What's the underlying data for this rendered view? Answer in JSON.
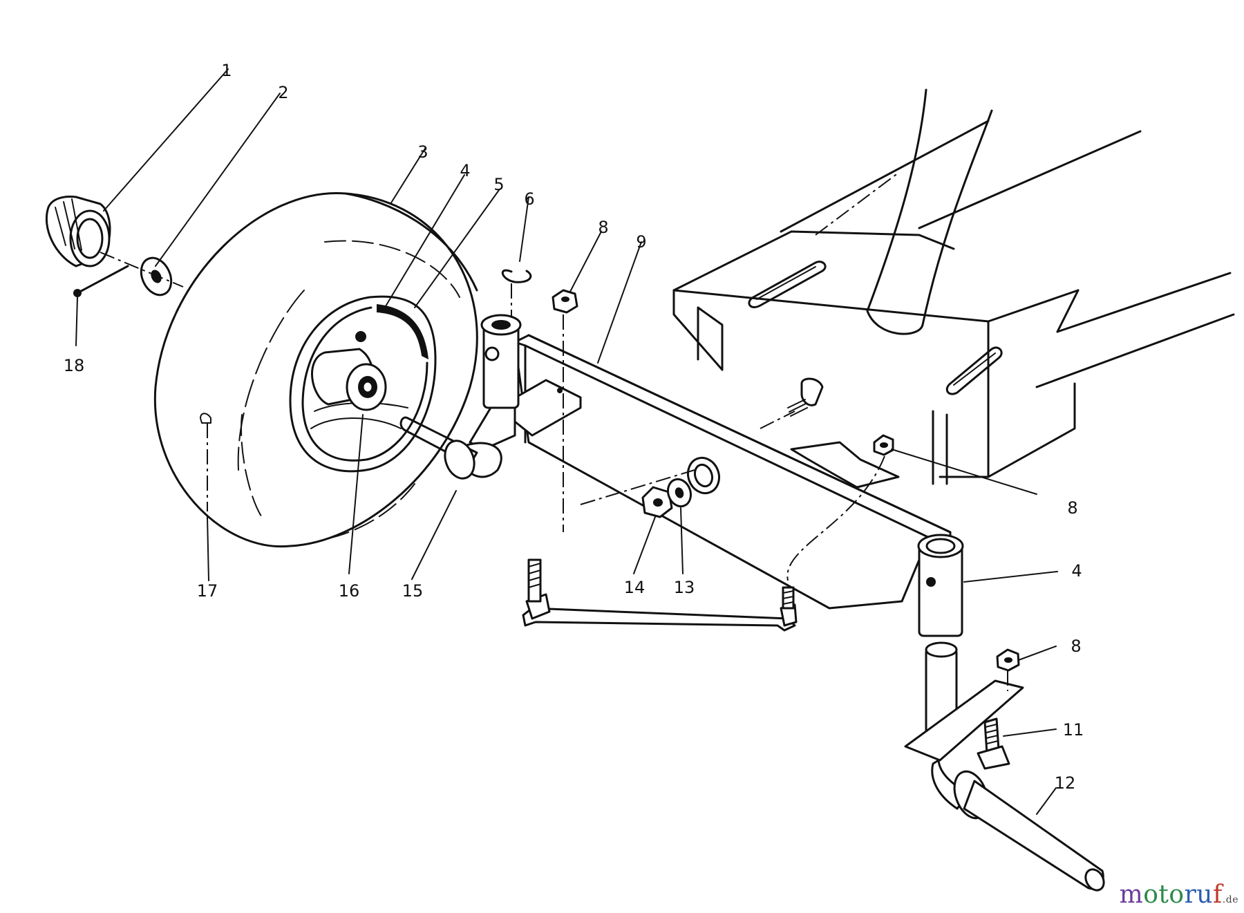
{
  "diagram": {
    "callouts": [
      {
        "id": "c1",
        "label": "1"
      },
      {
        "id": "c2",
        "label": "2"
      },
      {
        "id": "c3",
        "label": "3"
      },
      {
        "id": "c4a",
        "label": "4"
      },
      {
        "id": "c5",
        "label": "5"
      },
      {
        "id": "c6",
        "label": "6"
      },
      {
        "id": "c8a",
        "label": "8"
      },
      {
        "id": "c9",
        "label": "9"
      },
      {
        "id": "c18",
        "label": "18"
      },
      {
        "id": "c8b",
        "label": "8"
      },
      {
        "id": "c17",
        "label": "17"
      },
      {
        "id": "c16",
        "label": "16"
      },
      {
        "id": "c15",
        "label": "15"
      },
      {
        "id": "c14",
        "label": "14"
      },
      {
        "id": "c13",
        "label": "13"
      },
      {
        "id": "c4b",
        "label": "4"
      },
      {
        "id": "c8c",
        "label": "8"
      },
      {
        "id": "c11",
        "label": "11"
      },
      {
        "id": "c12",
        "label": "12"
      }
    ]
  },
  "watermark": {
    "part1": "m",
    "part2": "oto",
    "part3": "ru",
    "part4": "f",
    "tld": ".de"
  }
}
